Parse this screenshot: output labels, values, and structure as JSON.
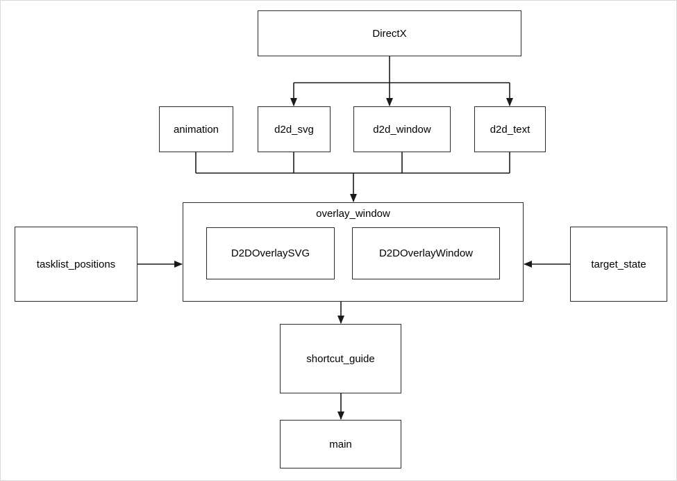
{
  "nodes": {
    "directx": {
      "label": "DirectX"
    },
    "animation": {
      "label": "animation"
    },
    "d2d_svg": {
      "label": "d2d_svg"
    },
    "d2d_window": {
      "label": "d2d_window"
    },
    "d2d_text": {
      "label": "d2d_text"
    },
    "overlay_window": {
      "label": "overlay_window"
    },
    "d2d_overlay_svg": {
      "label": "D2DOverlaySVG"
    },
    "d2d_overlay_window": {
      "label": "D2DOverlayWindow"
    },
    "tasklist_positions": {
      "label": "tasklist_positions"
    },
    "target_state": {
      "label": "target_state"
    },
    "shortcut_guide": {
      "label": "shortcut_guide"
    },
    "main": {
      "label": "main"
    }
  },
  "edges": [
    {
      "from": "DirectX",
      "to": "d2d_svg",
      "direction": "down"
    },
    {
      "from": "DirectX",
      "to": "d2d_window",
      "direction": "down"
    },
    {
      "from": "DirectX",
      "to": "d2d_text",
      "direction": "down"
    },
    {
      "from": "animation",
      "to": "overlay_window",
      "direction": "down"
    },
    {
      "from": "d2d_svg",
      "to": "overlay_window",
      "direction": "down"
    },
    {
      "from": "d2d_window",
      "to": "overlay_window",
      "direction": "down"
    },
    {
      "from": "d2d_text",
      "to": "overlay_window",
      "direction": "down"
    },
    {
      "from": "tasklist_positions",
      "to": "overlay_window",
      "direction": "right"
    },
    {
      "from": "target_state",
      "to": "overlay_window",
      "direction": "left"
    },
    {
      "from": "overlay_window",
      "to": "shortcut_guide",
      "direction": "down"
    },
    {
      "from": "shortcut_guide",
      "to": "main",
      "direction": "down"
    }
  ],
  "colors": {
    "line": "#1a1a1a",
    "box_border": "#2b2b2b",
    "background": "#ffffff",
    "text": "#000000"
  }
}
